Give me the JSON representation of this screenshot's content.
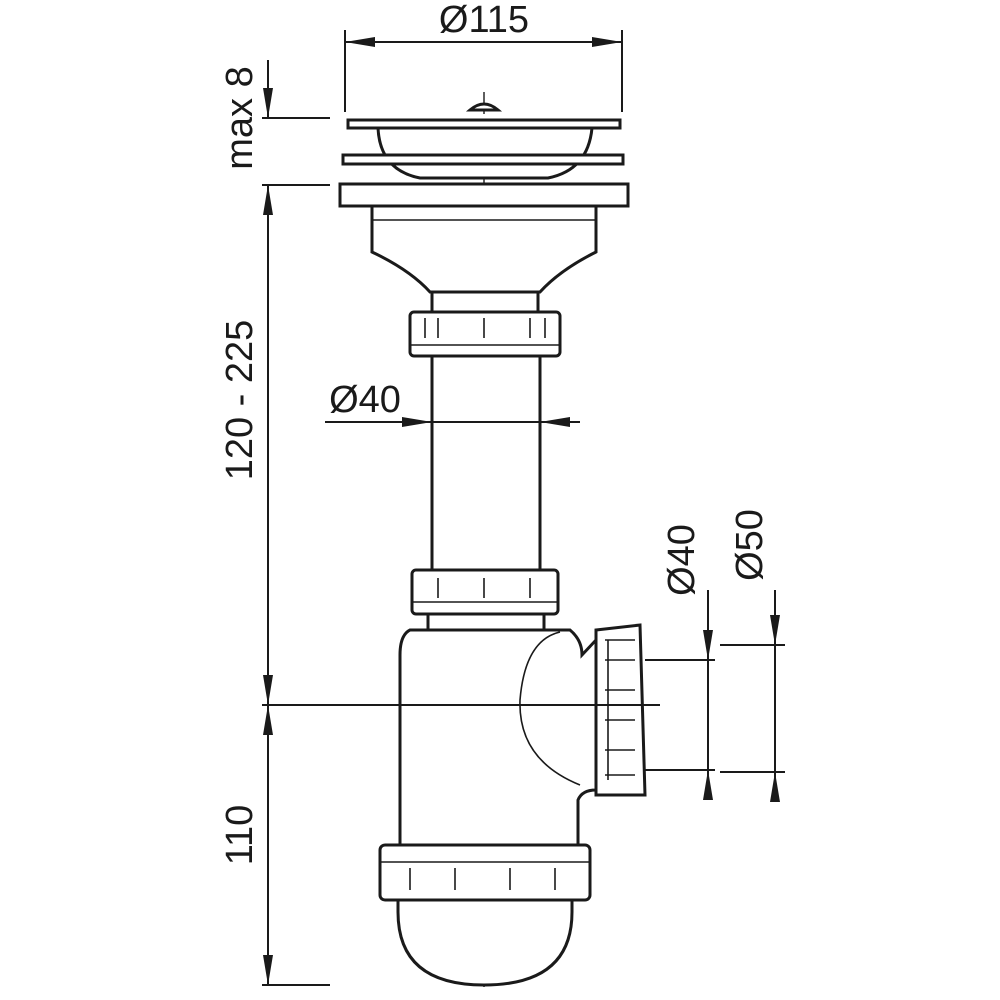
{
  "title": "Bottle trap with strainer – dimension drawing",
  "dimensions": {
    "strainer_diameter": "Ø115",
    "max_thickness": "max 8",
    "height_range": "120 - 225",
    "tube_diameter": "Ø40",
    "outlet_inner": "Ø40",
    "outlet_outer": "Ø50",
    "trap_depth": "110"
  }
}
